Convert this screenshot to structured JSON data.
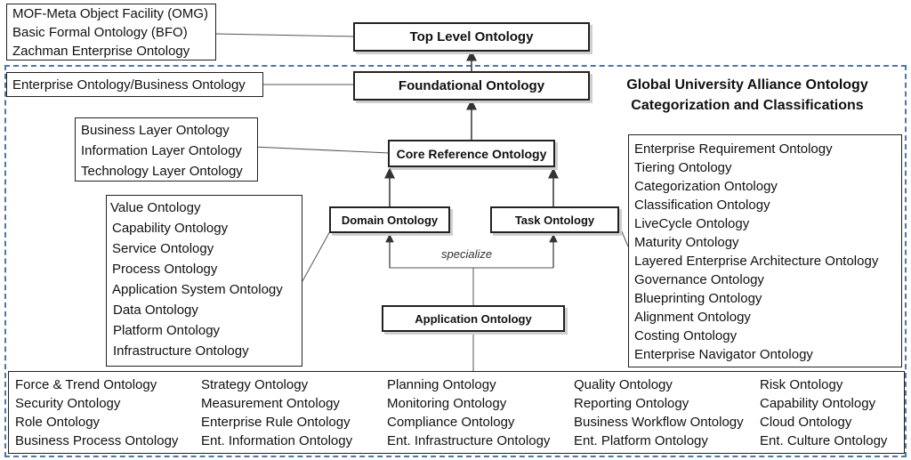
{
  "diagram": {
    "title_line1": "Global University Alliance Ontology",
    "title_line2": "Categorization and Classifications",
    "nodes": {
      "top_level": "Top Level Ontology",
      "foundational": "Foundational Ontology",
      "core_reference": "Core Reference Ontology",
      "domain": "Domain Ontology",
      "task": "Task Ontology",
      "application": "Application Ontology"
    },
    "specialize_label": "specialize",
    "top_level_examples": [
      "MOF-Meta Object Facility (OMG)",
      "Basic Formal Ontology (BFO)",
      "Zachman Enterprise Ontology"
    ],
    "foundational_examples": [
      "Enterprise Ontology/Business Ontology"
    ],
    "core_reference_examples": [
      "Business Layer Ontology",
      "Information Layer Ontology",
      "Technology Layer Ontology"
    ],
    "domain_examples": [
      "Value Ontology",
      "Capability Ontology",
      "Service Ontology",
      "Process Ontology",
      "Application System Ontology",
      "Data Ontology",
      "Platform Ontology",
      "Infrastructure Ontology"
    ],
    "task_examples": [
      "Enterprise Requirement Ontology",
      "Tiering Ontology",
      "Categorization Ontology",
      "Classification Ontology",
      "LiveCycle Ontology",
      "Maturity Ontology",
      "Layered Enterprise Architecture Ontology",
      "Governance Ontology",
      "Blueprinting Ontology",
      "Alignment Ontology",
      "Costing Ontology",
      "Enterprise Navigator Ontology"
    ],
    "application_columns": [
      [
        "Force & Trend Ontology",
        "Security Ontology",
        "Role Ontology",
        "Business Process Ontology"
      ],
      [
        "Strategy Ontology",
        "Measurement Ontology",
        "Enterprise Rule Ontology",
        "Ent. Information Ontology"
      ],
      [
        "Planning Ontology",
        "Monitoring Ontology",
        "Compliance Ontology",
        "Ent. Infrastructure Ontology"
      ],
      [
        "Quality Ontology",
        "Reporting Ontology",
        "Business Workflow Ontology",
        "Ent. Platform Ontology"
      ],
      [
        "Risk Ontology",
        "Capability Ontology",
        "Cloud Ontology",
        "Ent. Culture Ontology"
      ]
    ]
  }
}
